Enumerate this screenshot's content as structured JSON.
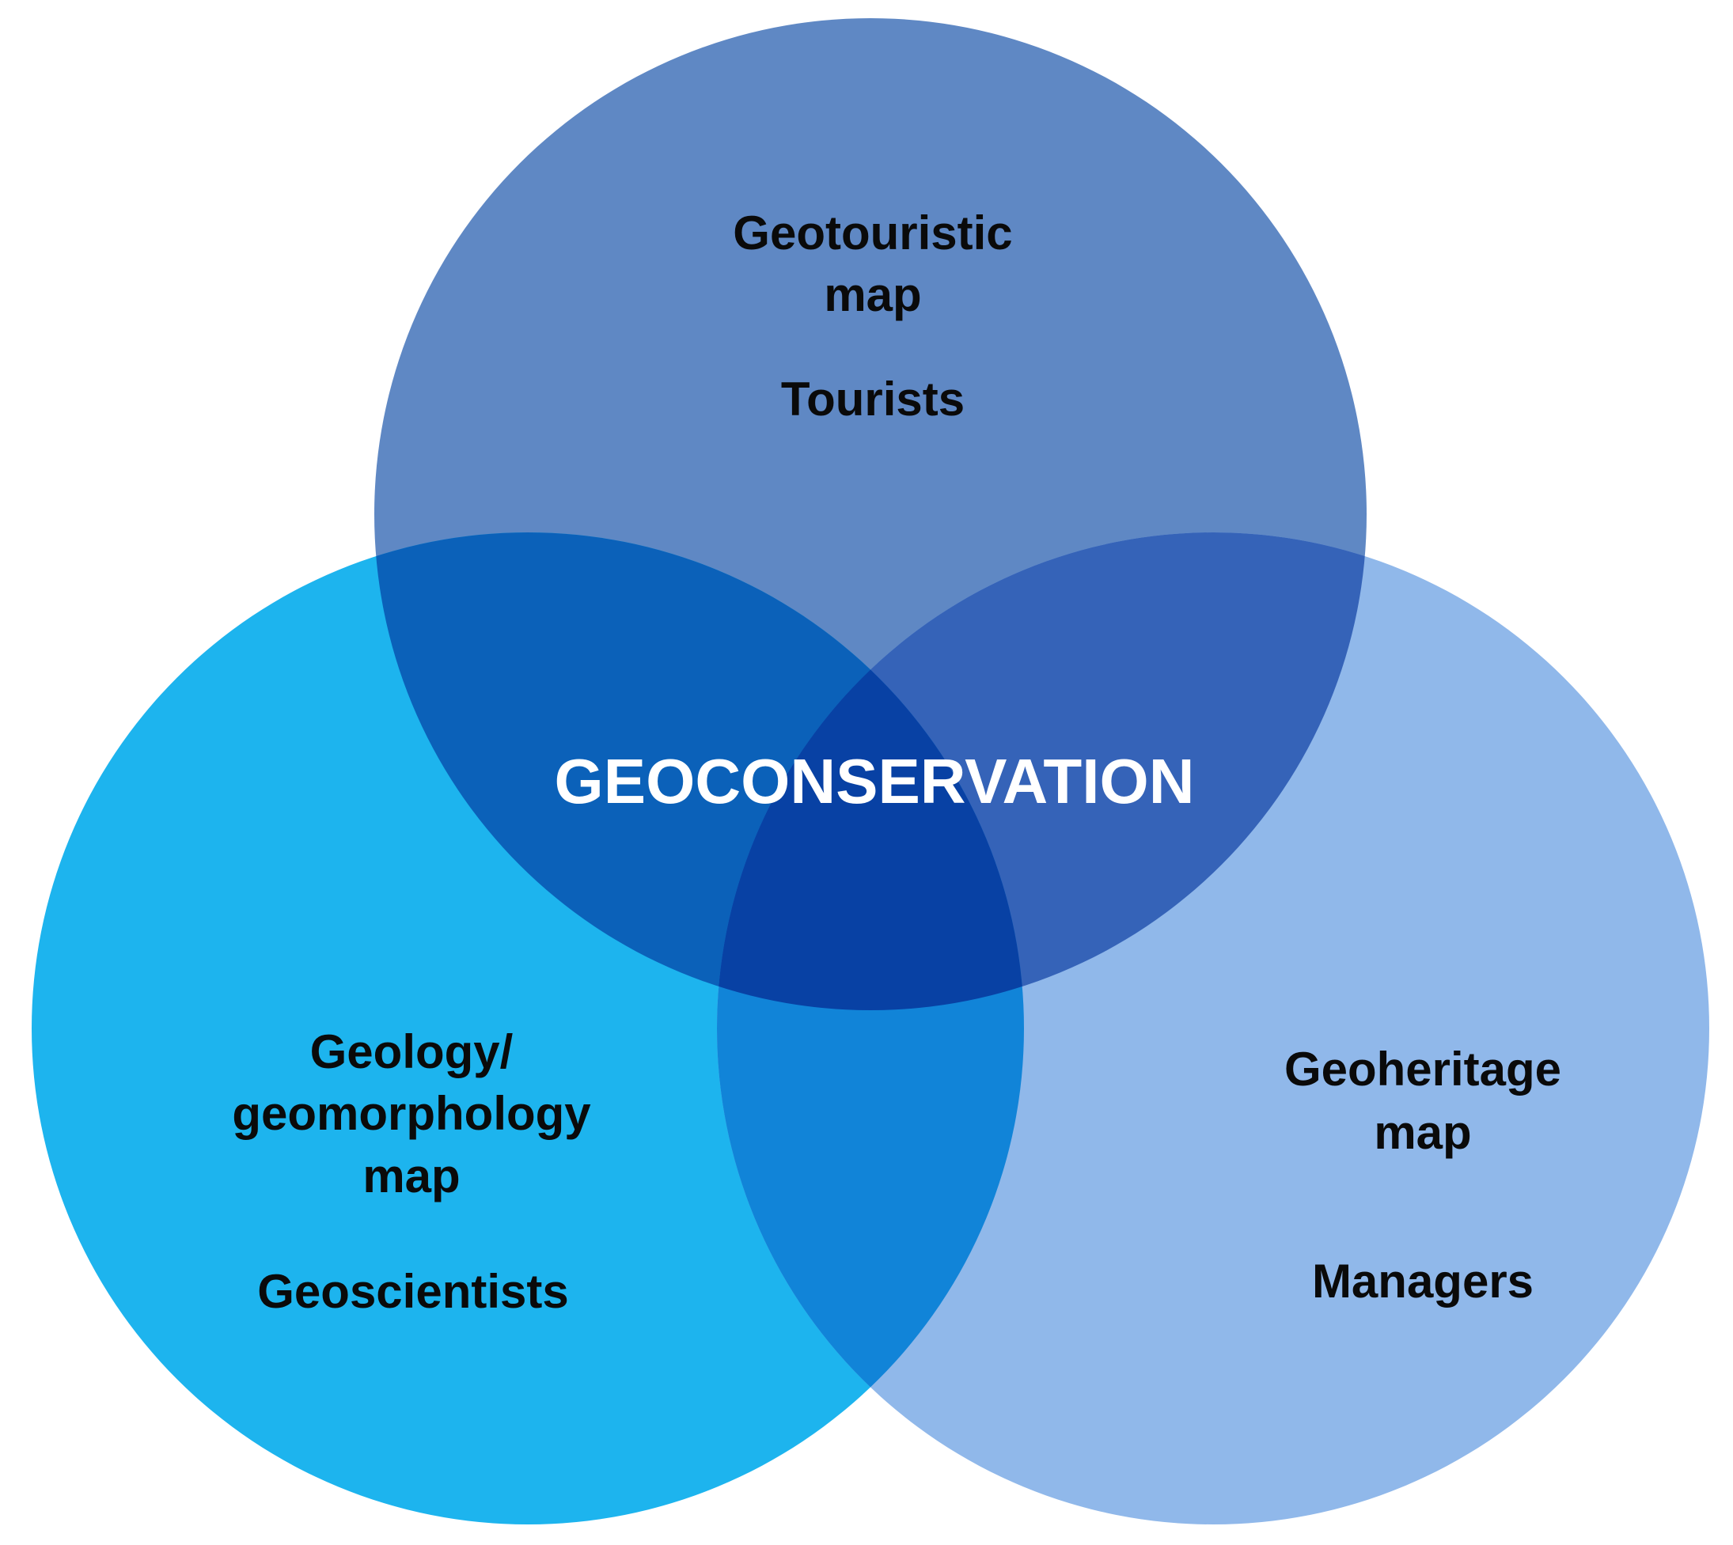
{
  "colors": {
    "top_circle": "#5f88c4",
    "left_circle": "#1db4ee",
    "right_circle": "#90b8ea",
    "top_left_overlap": "#0b61b9",
    "top_right_overlap": "#3563b8",
    "left_right_overlap": "#1184d8",
    "center_overlap": "#0841a4",
    "center_text": "#ffffff",
    "label_text": "#0a0a0a"
  },
  "diagram": {
    "center_label": "GEOCONSERVATION",
    "top": {
      "map_line1": "Geotouristic",
      "map_line2": "map",
      "audience": "Tourists"
    },
    "left": {
      "map_line1": "Geology/",
      "map_line2": "geomorphology",
      "map_line3": "map",
      "audience": "Geoscientists"
    },
    "right": {
      "map_line1": "Geoheritage",
      "map_line2": "map",
      "audience": "Managers"
    }
  }
}
